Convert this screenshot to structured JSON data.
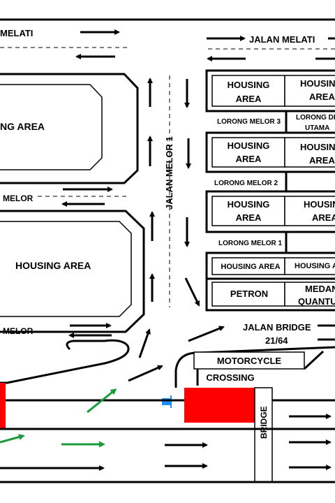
{
  "roads": {
    "jalan_melati_left": "MELATI",
    "jalan_melati_right": "JALAN MELATI",
    "jalan_melor_1": "JALAN MELOR 1",
    "melor_upper": "MELOR",
    "melor_lower": "MELOR",
    "lorong_melor_3": "LORONG MELOR 3",
    "lorong_melor_2": "LORONG MELOR 2",
    "lorong_melor_1": "LORONG MELOR 1",
    "lorong_de_line1": "LORONG DE",
    "lorong_de_line2": "UTAMA",
    "jalan_bridge_line1": "JALAN BRIDGE",
    "jalan_bridge_line2": "21/64",
    "bridge": "BRIDGE"
  },
  "areas": {
    "left_top": "NG AREA",
    "left_bottom": "HOUSING AREA",
    "r1a_l1": "HOUSING",
    "r1a_l2": "AREA",
    "r1b_l1": "HOUSIN",
    "r1b_l2": "AREA",
    "r2a_l1": "HOUSING",
    "r2a_l2": "AREA",
    "r2b_l1": "HOUSIN",
    "r2b_l2": "AREA",
    "r3a_l1": "HOUSING",
    "r3a_l2": "AREA",
    "r3b_l1": "HOUSIN",
    "r3b_l2": "AREA",
    "r4a": "HOUSING  AREA",
    "r4b": "HOUSING  A",
    "petron": "PETRON",
    "medan_l1": "MEDAN",
    "medan_l2": "QUANTU"
  },
  "crossing": {
    "line1": "MOTORCYCLE",
    "line2": "CROSSING"
  },
  "colors": {
    "line": "#000000",
    "blocked_zone": "#ff0000",
    "green_arrow": "#1a9a3a",
    "flag": "#1e90ff"
  }
}
